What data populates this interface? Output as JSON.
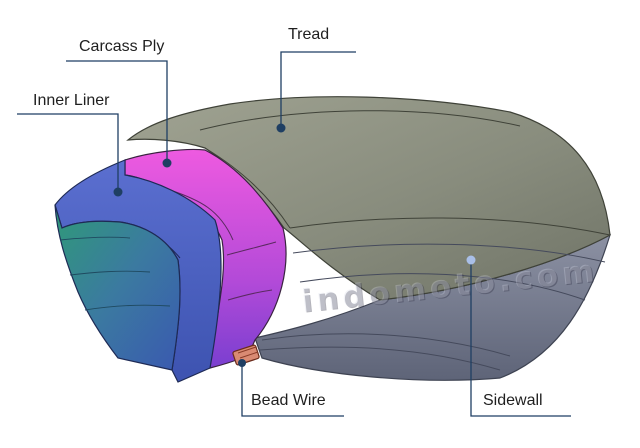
{
  "labels": {
    "tread": "Tread",
    "carcass_ply": "Carcass Ply",
    "inner_liner": "Inner Liner",
    "bead_wire": "Bead Wire",
    "sidewall": "Sidewall"
  },
  "watermark": "indomoto.com",
  "colors": {
    "tread": "#8a8f80",
    "sidewall": "#757b8e",
    "carcass_ply": "#e04ad8",
    "inner_liner": "#4a66c8",
    "inner_liner_inside": "#2f8a6e",
    "bead_wire": "#d98a73",
    "leader_line": "#1f3f63"
  }
}
